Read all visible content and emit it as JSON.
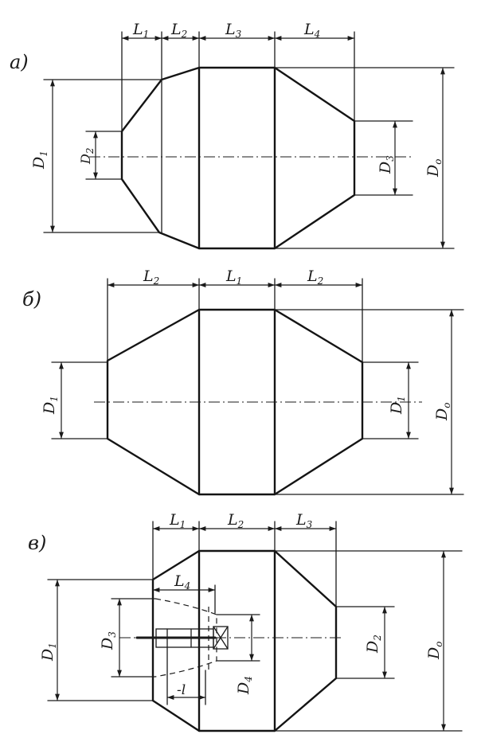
{
  "figure_a": {
    "caption": "а)",
    "length_labels": [
      {
        "sym": "L",
        "sub": "1"
      },
      {
        "sym": "L",
        "sub": "2"
      },
      {
        "sym": "L",
        "sub": "3"
      },
      {
        "sym": "L",
        "sub": "4"
      }
    ],
    "diameter_labels": {
      "D1": {
        "sym": "D",
        "sub": "1"
      },
      "D2": {
        "sym": "D",
        "sub": "2"
      },
      "D3": {
        "sym": "D",
        "sub": "3"
      },
      "D0": {
        "sym": "D",
        "sub": "o"
      }
    }
  },
  "figure_b": {
    "caption": "б)",
    "length_labels": [
      {
        "sym": "L",
        "sub": "2"
      },
      {
        "sym": "L",
        "sub": "1"
      },
      {
        "sym": "L",
        "sub": "2"
      }
    ],
    "diameter_labels": {
      "D1_left": {
        "sym": "D",
        "sub": "1"
      },
      "D1_right": {
        "sym": "D",
        "sub": "1"
      },
      "D0": {
        "sym": "D",
        "sub": "o"
      }
    }
  },
  "figure_c": {
    "caption": "в)",
    "length_labels": [
      {
        "sym": "L",
        "sub": "1"
      },
      {
        "sym": "L",
        "sub": "2"
      },
      {
        "sym": "L",
        "sub": "3"
      }
    ],
    "inner_length_label": {
      "sym": "L",
      "sub": "4"
    },
    "small_length_label": "-l",
    "diameter_labels": {
      "D1": {
        "sym": "D",
        "sub": "1"
      },
      "D3": {
        "sym": "D",
        "sub": "3"
      },
      "D4": {
        "sym": "D",
        "sub": "4"
      },
      "D2": {
        "sym": "D",
        "sub": "2"
      },
      "D0": {
        "sym": "D",
        "sub": "o"
      }
    }
  }
}
